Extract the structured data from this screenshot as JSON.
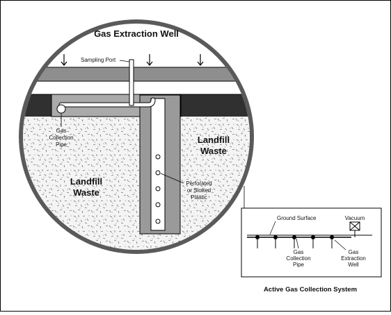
{
  "diagram": {
    "title": "Gas Extraction Well",
    "labels": {
      "sampling_port": "Sampling Port",
      "gas_collection_pipe": [
        "Gas",
        "Collection",
        "Pipe"
      ],
      "landfill_waste_left": [
        "Landfill",
        "Waste"
      ],
      "landfill_waste_right": [
        "Landfill",
        "Waste"
      ],
      "perforated_plastic": [
        "Perforated",
        "or Slotted",
        "Plastic"
      ]
    },
    "inset": {
      "ground_surface": "Ground Surface",
      "vacuum": "Vacuum",
      "gas_collection_pipe": [
        "Gas",
        "Collection",
        "Pipe"
      ],
      "gas_extraction_well": [
        "Gas",
        "Extraction",
        "Well"
      ],
      "caption": "Active Gas Collection System"
    },
    "colors": {
      "frame_ring": "#5a5a5a",
      "cover_gray": "#8e8e8e",
      "dark_layer": "#303030",
      "pipe_gray": "#aaaaaa",
      "waste_fill": "#f3f3f3"
    }
  }
}
